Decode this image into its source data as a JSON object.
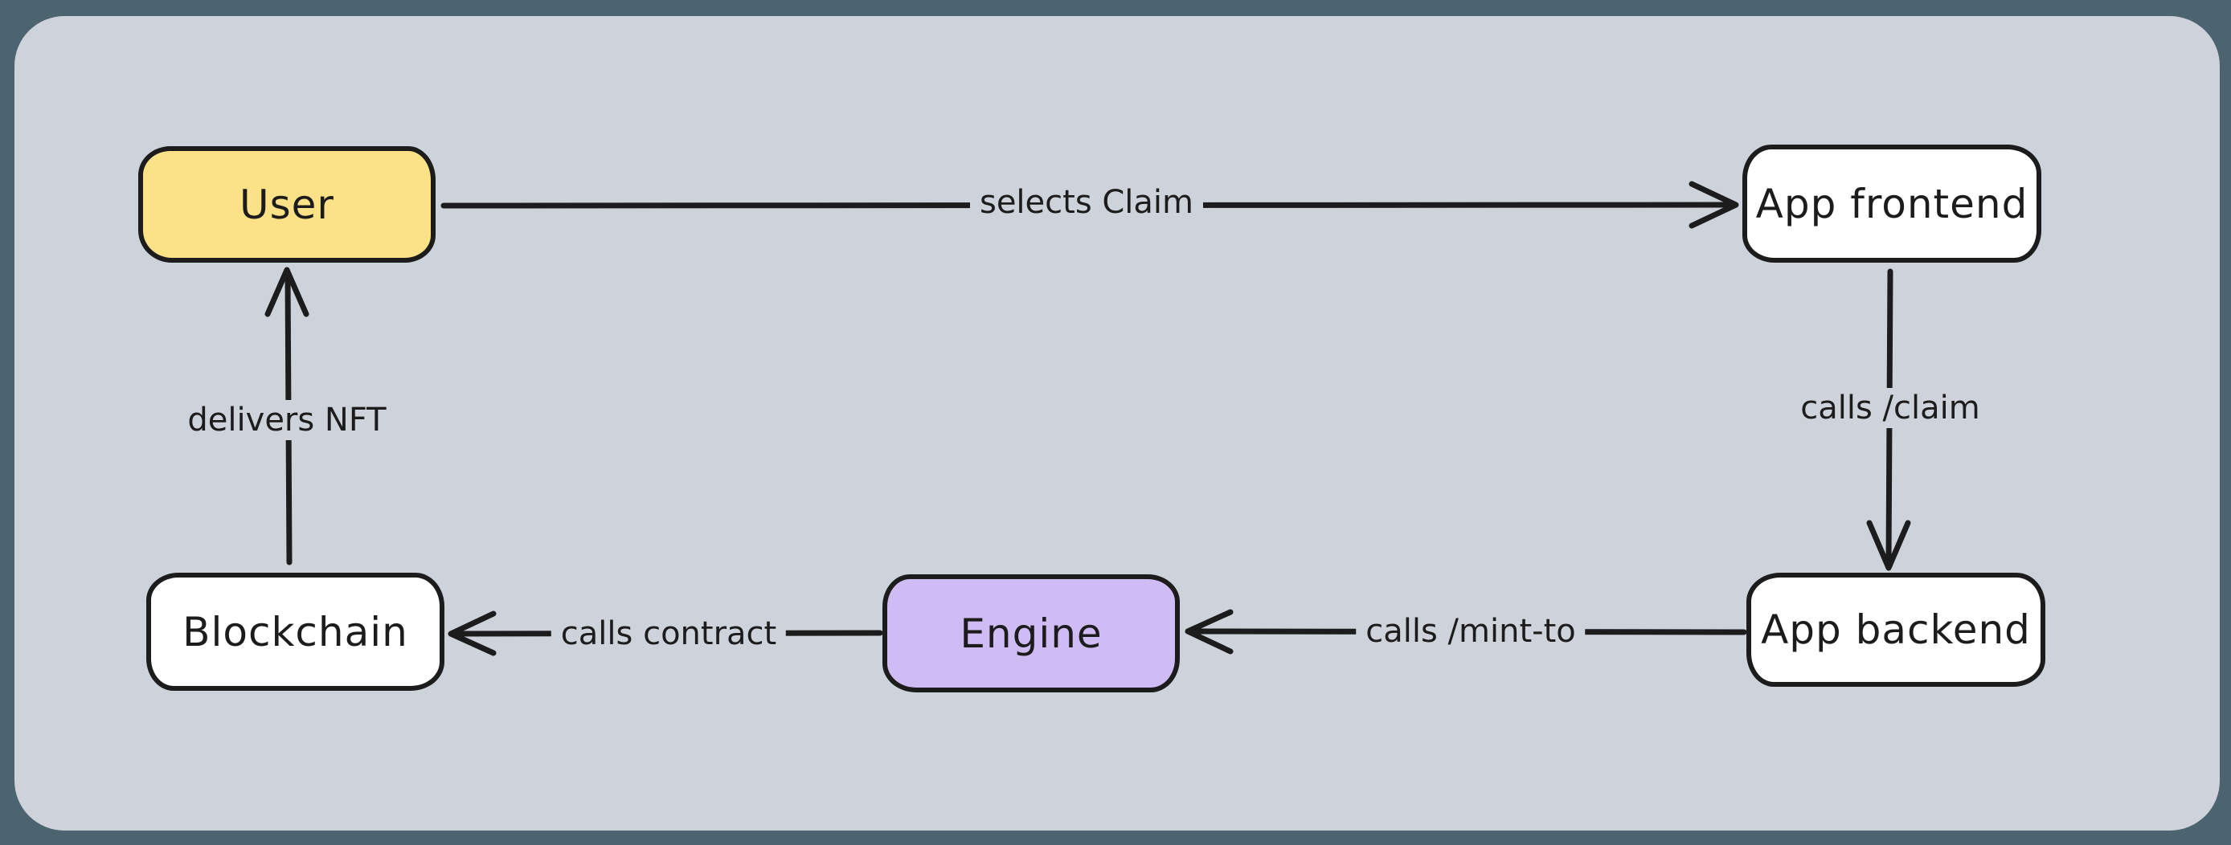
{
  "diagram": {
    "nodes": [
      {
        "id": "user",
        "label": "User",
        "fill": "#FBE287"
      },
      {
        "id": "app-frontend",
        "label": "App frontend",
        "fill": "#FFFFFF"
      },
      {
        "id": "app-backend",
        "label": "App backend",
        "fill": "#FFFFFF"
      },
      {
        "id": "engine",
        "label": "Engine",
        "fill": "#D0BCF4"
      },
      {
        "id": "blockchain",
        "label": "Blockchain",
        "fill": "#FFFFFF"
      }
    ],
    "edges": [
      {
        "from": "user",
        "to": "app-frontend",
        "label": "selects Claim"
      },
      {
        "from": "app-frontend",
        "to": "app-backend",
        "label": "calls /claim"
      },
      {
        "from": "app-backend",
        "to": "engine",
        "label": "calls /mint-to"
      },
      {
        "from": "engine",
        "to": "blockchain",
        "label": "calls contract"
      },
      {
        "from": "blockchain",
        "to": "user",
        "label": "delivers NFT"
      }
    ],
    "colors": {
      "outer_background": "#4B6470",
      "canvas_background": "#CED3DB",
      "ink": "#1C1C1C",
      "node_yellow": "#FBE287",
      "node_purple": "#D0BCF4",
      "node_white": "#FFFFFF"
    }
  }
}
